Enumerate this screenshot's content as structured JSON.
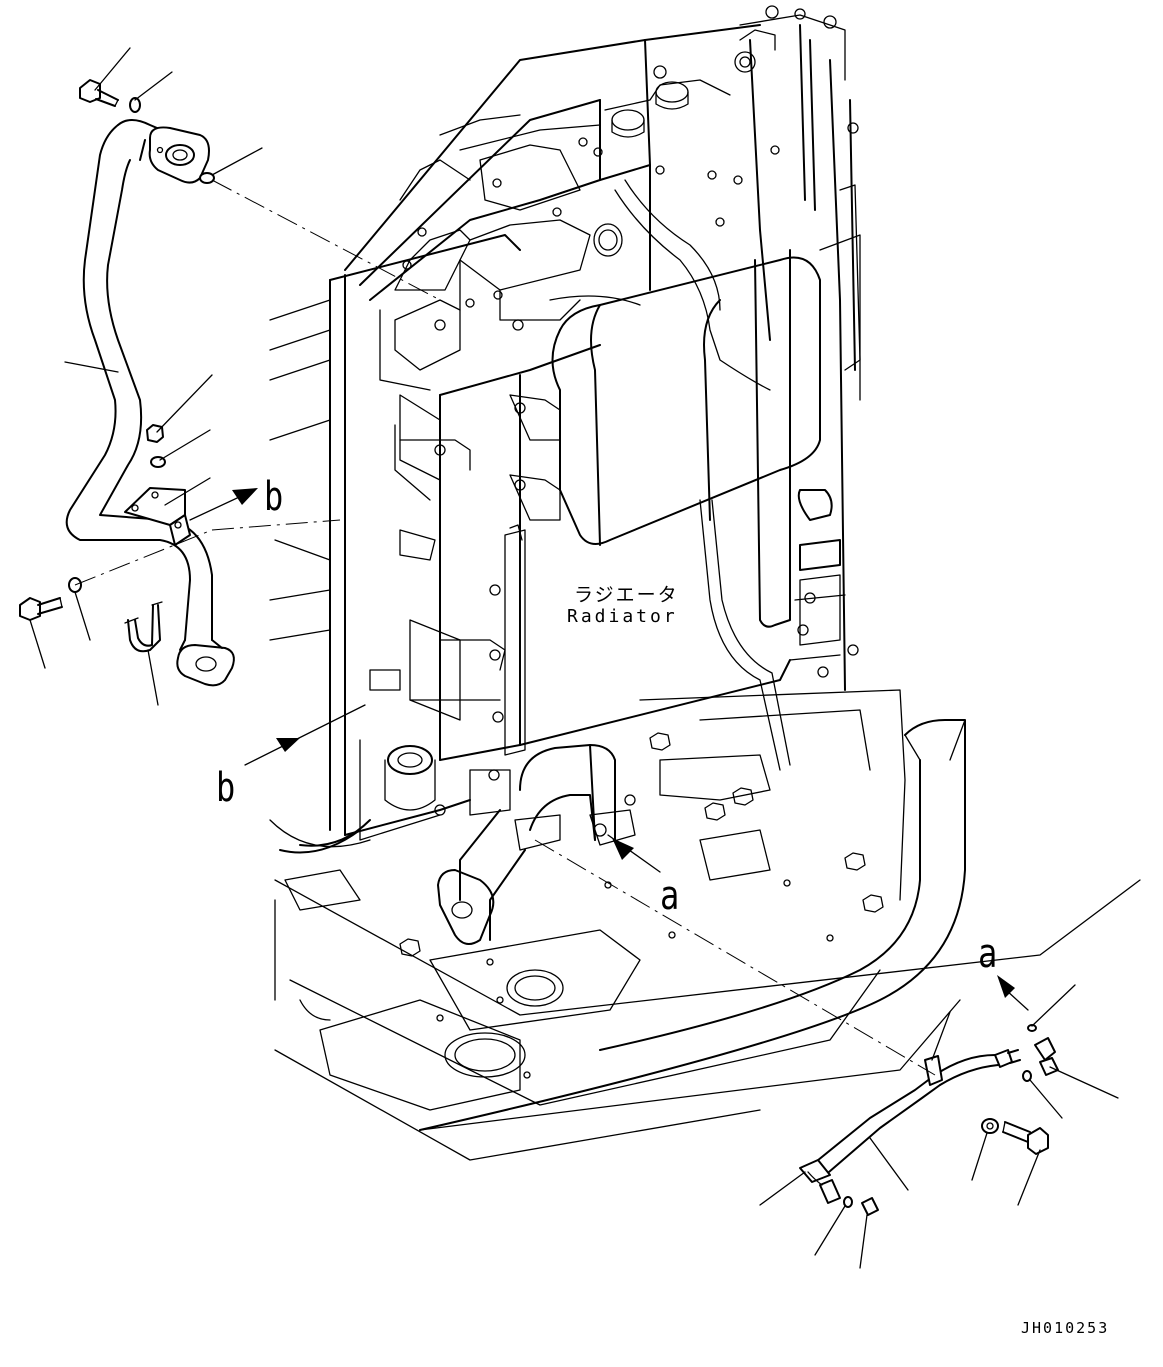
{
  "drawing": {
    "code": "JH010253",
    "component_label_jp": "ラジエータ",
    "component_label_en": "Radiator",
    "view_markers": [
      "a",
      "b"
    ]
  }
}
